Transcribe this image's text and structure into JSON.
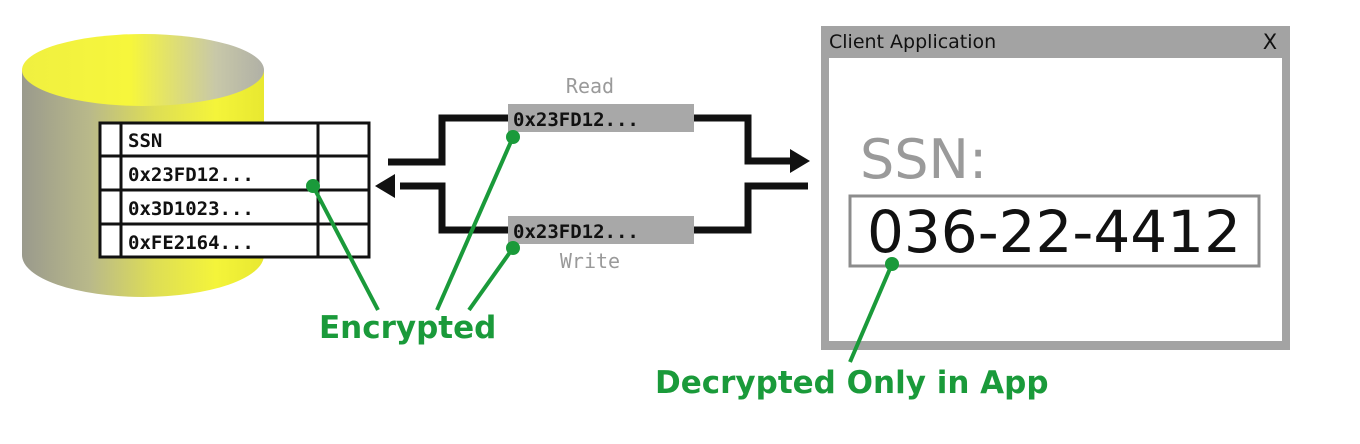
{
  "database": {
    "table": {
      "header": "SSN",
      "rows": [
        "0x23FD12...",
        "0x3D1023...",
        "0xFE2164..."
      ]
    }
  },
  "channel": {
    "read_label": "Read",
    "read_value": "0x23FD12...",
    "write_value": "0x23FD12...",
    "write_label": "Write"
  },
  "client_window": {
    "title": "Client Application",
    "close_glyph": "X",
    "field_label": "SSN:",
    "field_value": "036-22-4412"
  },
  "annotations": {
    "encrypted": "Encrypted",
    "decrypted": "Decrypted Only in App"
  },
  "colors": {
    "annotation_green": "#1a9a3a",
    "cylinder_yellow": "#f2f23a",
    "cylinder_grey": "#a8a89a",
    "window_frame": "#a3a3a3",
    "value_highlight": "#a8a8a8",
    "label_grey": "#9a9a9a"
  }
}
